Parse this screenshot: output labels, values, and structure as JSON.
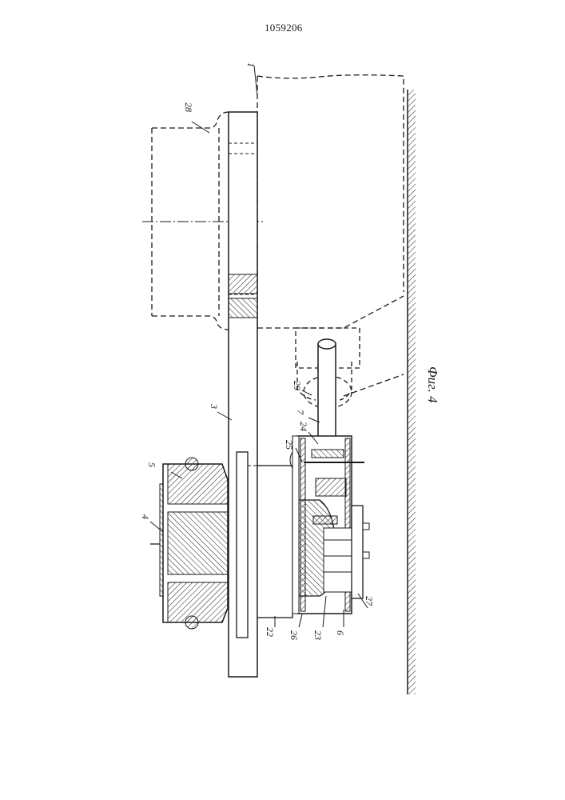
{
  "document": {
    "number": "1059206",
    "figure_caption": "Фиг. 4",
    "callouts": [
      "1",
      "28",
      "3",
      "4",
      "5",
      "29",
      "7",
      "24",
      "25",
      "22",
      "26",
      "23",
      "6",
      "27"
    ]
  },
  "colors": {
    "ink": "#1a1a1a",
    "paper": "#ffffff"
  }
}
